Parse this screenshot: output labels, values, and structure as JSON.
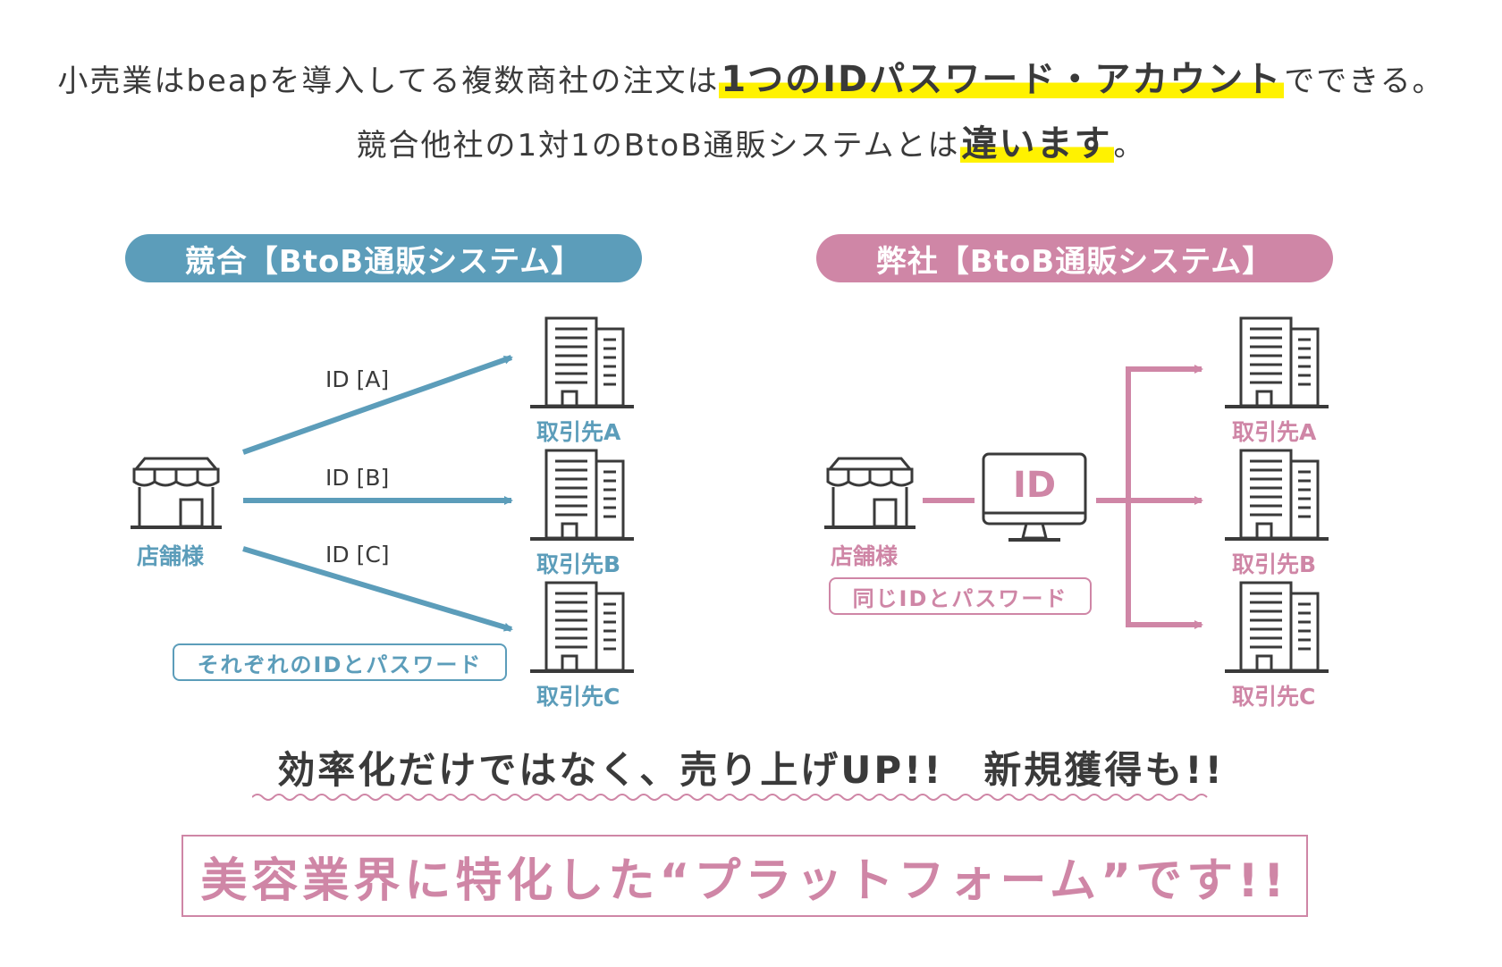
{
  "headline": {
    "line1_pre": "小売業はbeapを導入してる複数商社の注文は",
    "line1_highlight": "1つのIDパスワード・アカウント",
    "line1_post": "でできる。",
    "line2_pre": "競合他社の1対1のBtoB通販システムとは",
    "line2_highlight": "違います",
    "line2_post": "。",
    "highlight_color": "#fff200"
  },
  "left_panel": {
    "title": "競合【BtoB通販システム】",
    "color": "#5c9dba",
    "store_label": "店舗様",
    "id_labels": [
      "ID [A]",
      "ID [B]",
      "ID [C]"
    ],
    "suppliers": [
      "取引先A",
      "取引先B",
      "取引先C"
    ],
    "note": "それぞれのIDとパスワード"
  },
  "right_panel": {
    "title": "弊社【BtoB通販システム】",
    "color": "#cf86a6",
    "store_label": "店舗様",
    "monitor_text": "ID",
    "suppliers": [
      "取引先A",
      "取引先B",
      "取引先C"
    ],
    "note": "同じIDとパスワード"
  },
  "tagline": "効率化だけではなく、売り上げUP!!　新規獲得も!!",
  "platform_statement": "美容業界に特化した“プラットフォーム”です!!",
  "icons": [
    "storefront-icon",
    "building-icon",
    "monitor-icon",
    "arrow-icon"
  ]
}
